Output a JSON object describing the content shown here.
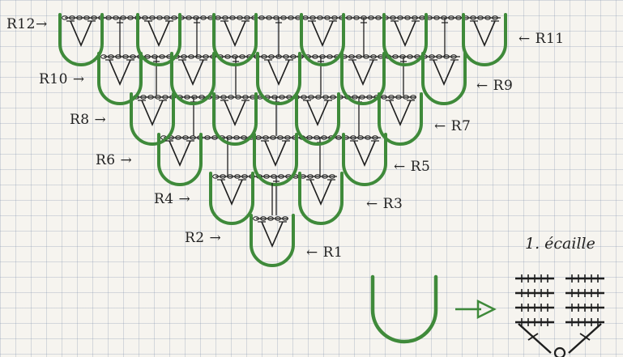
{
  "diagram": {
    "colors": {
      "paper": "#f6f4ef",
      "grid": "#8c9ab0",
      "scale_outline": "#3f8a3a",
      "ink": "#1e1e1e"
    },
    "row_labels": {
      "r1": "R1",
      "r2": "R2",
      "r3": "R3",
      "r4": "R4",
      "r5": "R5",
      "r6": "R6",
      "r7": "R7",
      "r8": "R8",
      "r9": "R9",
      "r10": "R10",
      "r11": "R11",
      "r12": "R12"
    },
    "arrow_left": "←",
    "arrow_right": "→",
    "legend": {
      "title": "1. écaille"
    }
  }
}
